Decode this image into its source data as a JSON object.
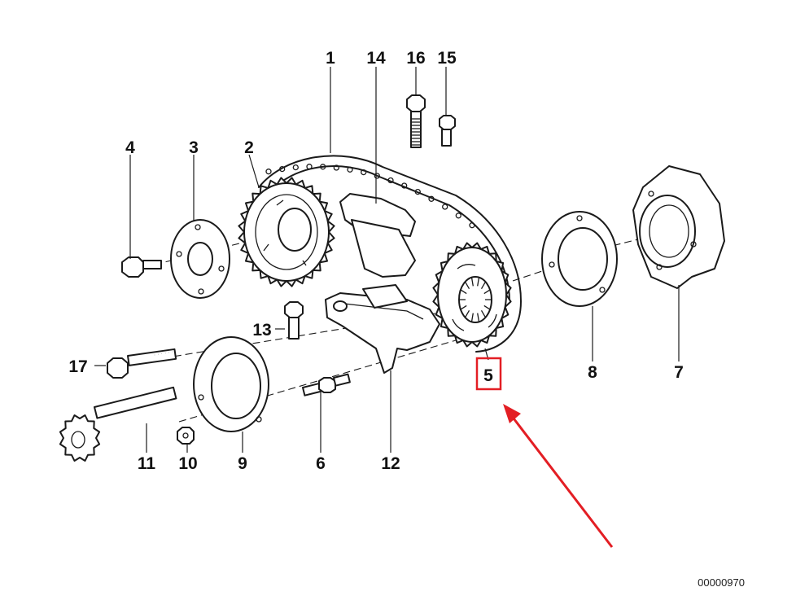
{
  "diagram": {
    "reference_number": "00000970",
    "highlight_color": "#e31e24",
    "arrow_color": "#e31e24",
    "highlighted_part": "5",
    "callouts": {
      "c1": "1",
      "c2": "2",
      "c3": "3",
      "c4": "4",
      "c5": "5",
      "c6": "6",
      "c7": "7",
      "c8": "8",
      "c9": "9",
      "c10": "10",
      "c11": "11",
      "c12": "12",
      "c13": "13",
      "c14": "14",
      "c15": "15",
      "c16": "16",
      "c17": "17"
    }
  }
}
